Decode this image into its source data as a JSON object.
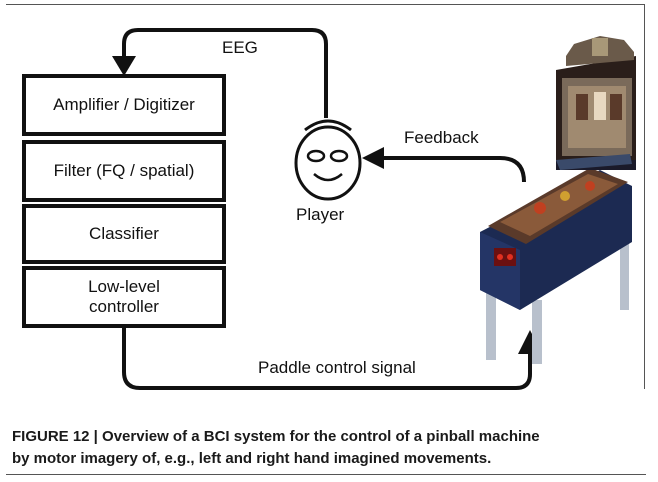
{
  "diagram": {
    "boxes": [
      {
        "label": "Amplifier / Digitizer"
      },
      {
        "label": "Filter (FQ / spatial)"
      },
      {
        "label": "Classifier"
      },
      {
        "label": "Low-level",
        "label2": "controller"
      }
    ],
    "labels": {
      "eeg": "EEG",
      "feedback": "Feedback",
      "player": "Player",
      "paddle": "Paddle control signal"
    },
    "icons": [
      "player-face-icon",
      "pinball-machine-icon"
    ]
  },
  "caption": {
    "line1": "FIGURE 12 | Overview of a BCI system for the control of a pinball machine",
    "line2": "by motor imagery of, e.g., left and right hand imagined movements."
  }
}
